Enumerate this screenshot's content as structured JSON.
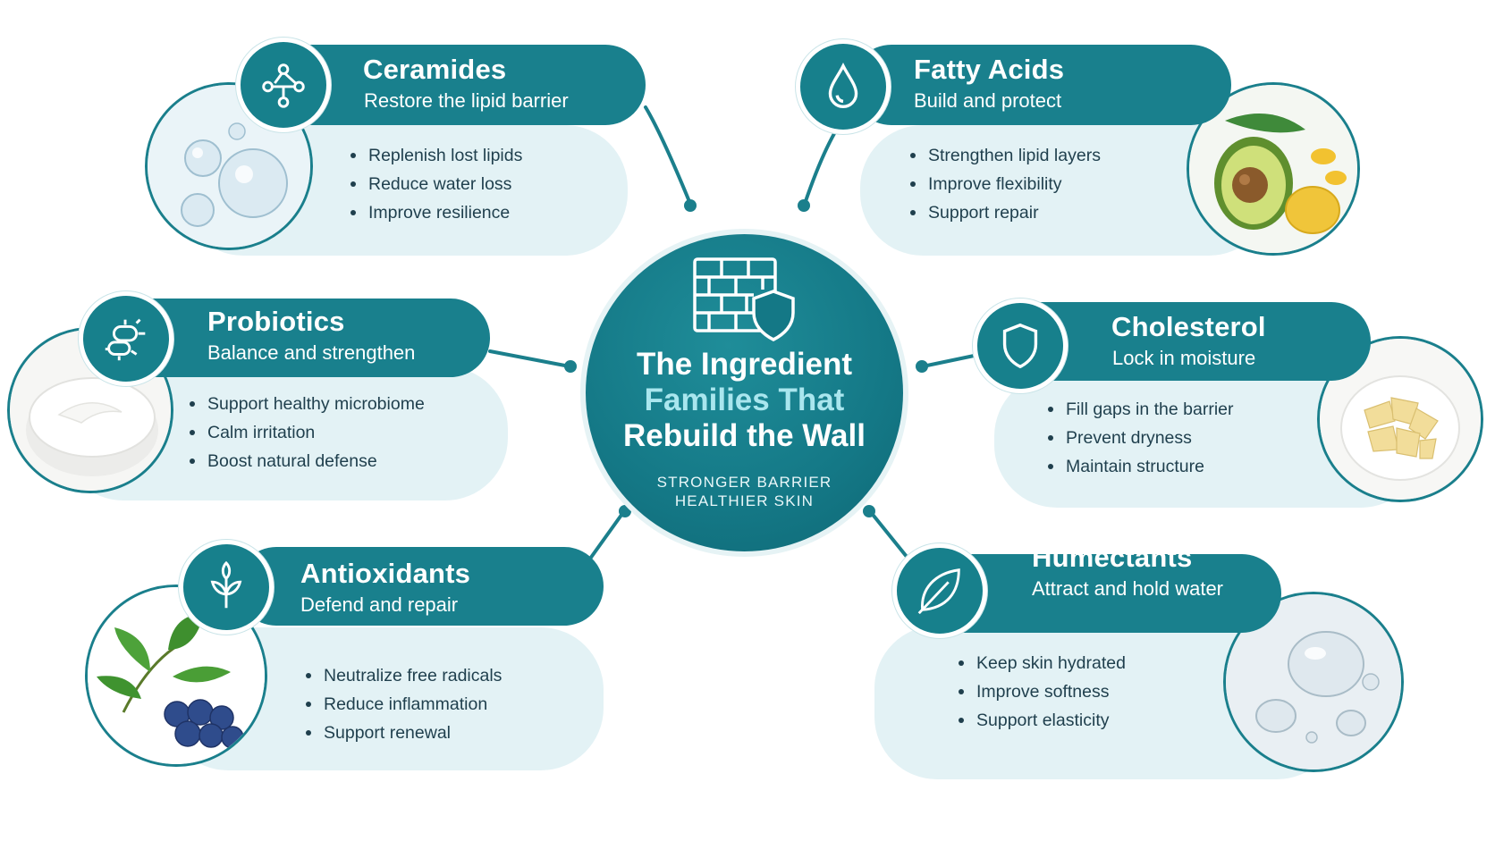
{
  "hub": {
    "title_line1": "The Ingredient",
    "title_line2": "Families That",
    "title_line3": "Rebuild the Wall",
    "tagline_line1": "STRONGER BARRIER",
    "tagline_line2": "HEALTHIER SKIN",
    "icon": "brick-wall-shield-icon"
  },
  "families": [
    {
      "title": "Ceramides",
      "subtitle": "Restore the lipid barrier",
      "icon": "molecule-icon",
      "image": "water-droplets-image",
      "bullets": [
        "Replenish lost lipids",
        "Reduce water loss",
        "Improve resilience"
      ]
    },
    {
      "title": "Fatty Acids",
      "subtitle": "Build and protect",
      "icon": "droplet-icon",
      "image": "avocado-and-oil-capsules-image",
      "bullets": [
        "Strengthen lipid layers",
        "Improve flexibility",
        "Support repair"
      ]
    },
    {
      "title": "Probiotics",
      "subtitle": "Balance and strengthen",
      "icon": "bacteria-icon",
      "image": "yogurt-bowl-image",
      "bullets": [
        "Support healthy microbiome",
        "Calm irritation",
        "Boost natural defense"
      ]
    },
    {
      "title": "Cholesterol",
      "subtitle": "Lock in moisture",
      "icon": "shield-icon",
      "image": "butter-flakes-bowl-image",
      "bullets": [
        "Fill gaps in the barrier",
        "Prevent dryness",
        "Maintain structure"
      ]
    },
    {
      "title": "Antioxidants",
      "subtitle": "Defend and repair",
      "icon": "sprout-icon",
      "image": "green-tea-and-blueberries-image",
      "bullets": [
        "Neutralize free radicals",
        "Reduce inflammation",
        "Support renewal"
      ]
    },
    {
      "title": "Humectants",
      "subtitle": "Attract and hold water",
      "icon": "leaf-icon",
      "image": "water-drops-image",
      "bullets": [
        "Keep skin hydrated",
        "Improve softness",
        "Support elasticity"
      ]
    }
  ],
  "colors": {
    "teal": "#19808d",
    "teal_dark": "#0f6875",
    "panel": "#e3f2f5",
    "bullet_text": "#1f3f4d",
    "accent_light": "#a9e6ee"
  }
}
